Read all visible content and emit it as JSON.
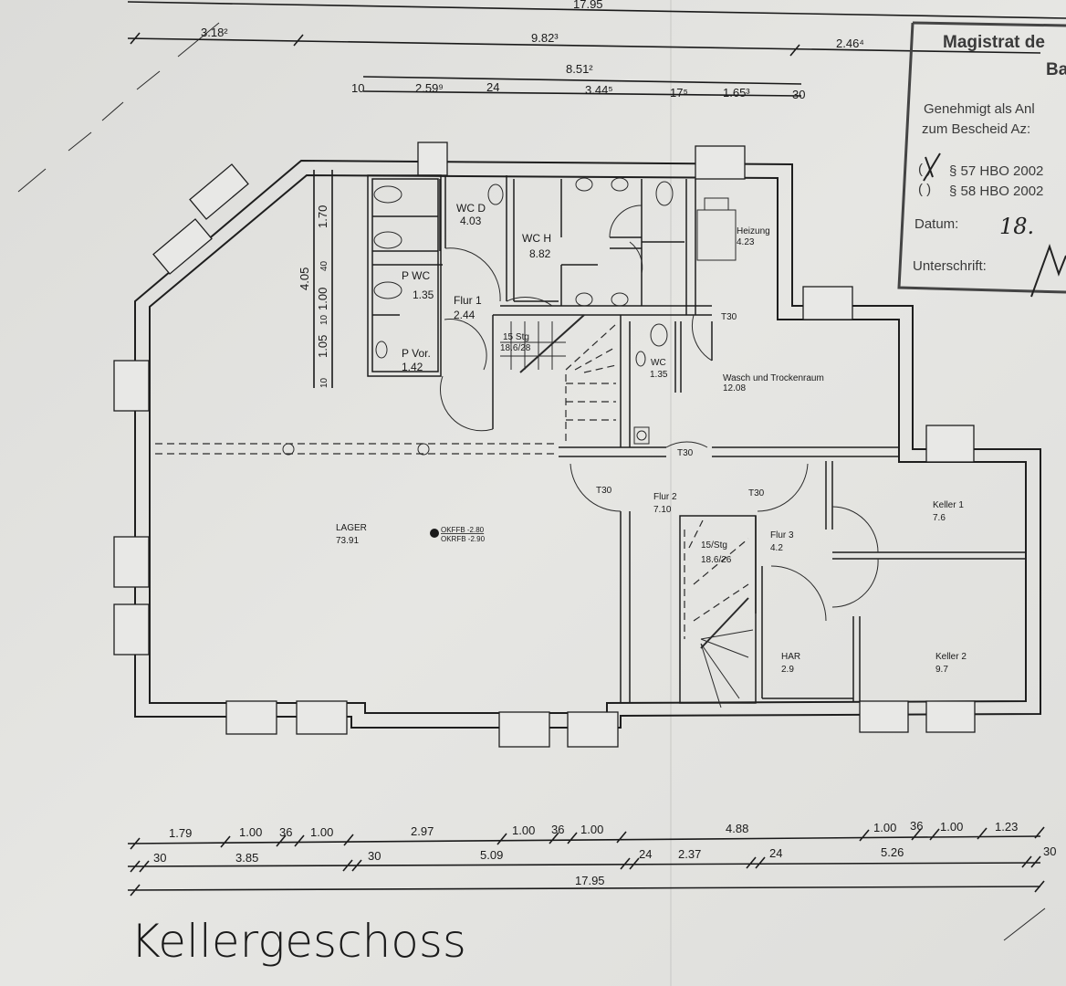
{
  "title": "Kellergeschoss",
  "stamp": {
    "line1": "Magistrat de",
    "line2": "Ba",
    "line3": "Genehmigt als Anl",
    "line4": "zum Bescheid Az:",
    "check1": "§ 57 HBO 2002",
    "check2": "§ 58 HBO 2002",
    "check1_marked": true,
    "date_label": "Datum:",
    "date_value": "18.",
    "signature_label": "Unterschrift:"
  },
  "rooms": [
    {
      "name": "WC D",
      "area": "4.03"
    },
    {
      "name": "WC H",
      "area": "8.82"
    },
    {
      "name": "Heizung",
      "area": "4.23"
    },
    {
      "name": "P WC",
      "area": "1.35"
    },
    {
      "name": "Flur 1",
      "area": "2.44"
    },
    {
      "name": "P Vor.",
      "area": "1.42"
    },
    {
      "name": "WC",
      "area": "1.35"
    },
    {
      "name": "Wasch und Trockenraum",
      "area": "12.08"
    },
    {
      "name": "Flur 2",
      "area": "7.10"
    },
    {
      "name": "LAGER",
      "area": "73.91"
    },
    {
      "name": "Flur 3",
      "area": "4.2"
    },
    {
      "name": "Keller 1",
      "area": "7.6"
    },
    {
      "name": "HAR",
      "area": "2.9"
    },
    {
      "name": "Keller 2",
      "area": "9.7"
    }
  ],
  "stairs": [
    {
      "steps": "15 Stg",
      "ratio": "18.6/28"
    },
    {
      "steps": "15/Stg",
      "ratio": "18.6/26"
    }
  ],
  "fire_doors": [
    "T30",
    "T30",
    "T30",
    "T30"
  ],
  "levels": {
    "okffb": "OKFFB -2.80",
    "okrfb": "OKRFB -2.90"
  },
  "dims": {
    "top_total": "17.95",
    "top_row1": [
      "3.18²",
      "9.82³",
      "2.46⁴"
    ],
    "top_row2": [
      "8.51²"
    ],
    "top_row3": [
      "10",
      "2.59⁹",
      "24",
      "3.44⁵",
      "17⁵",
      "1.65³",
      "30"
    ],
    "left": [
      "4.05",
      "1.70",
      "40",
      "1.00",
      "10",
      "1.05",
      "10"
    ],
    "bottom_row1": [
      "1.79",
      "1.00",
      "36",
      "1.00",
      "2.97",
      "1.00",
      "36",
      "1.00",
      "4.88",
      "1.00",
      "36",
      "1.00",
      "1.23"
    ],
    "bottom_row2": [
      "30",
      "3.85",
      "30",
      "5.09",
      "24",
      "2.37",
      "24",
      "5.26",
      "30"
    ],
    "bottom_total": "17.95"
  }
}
